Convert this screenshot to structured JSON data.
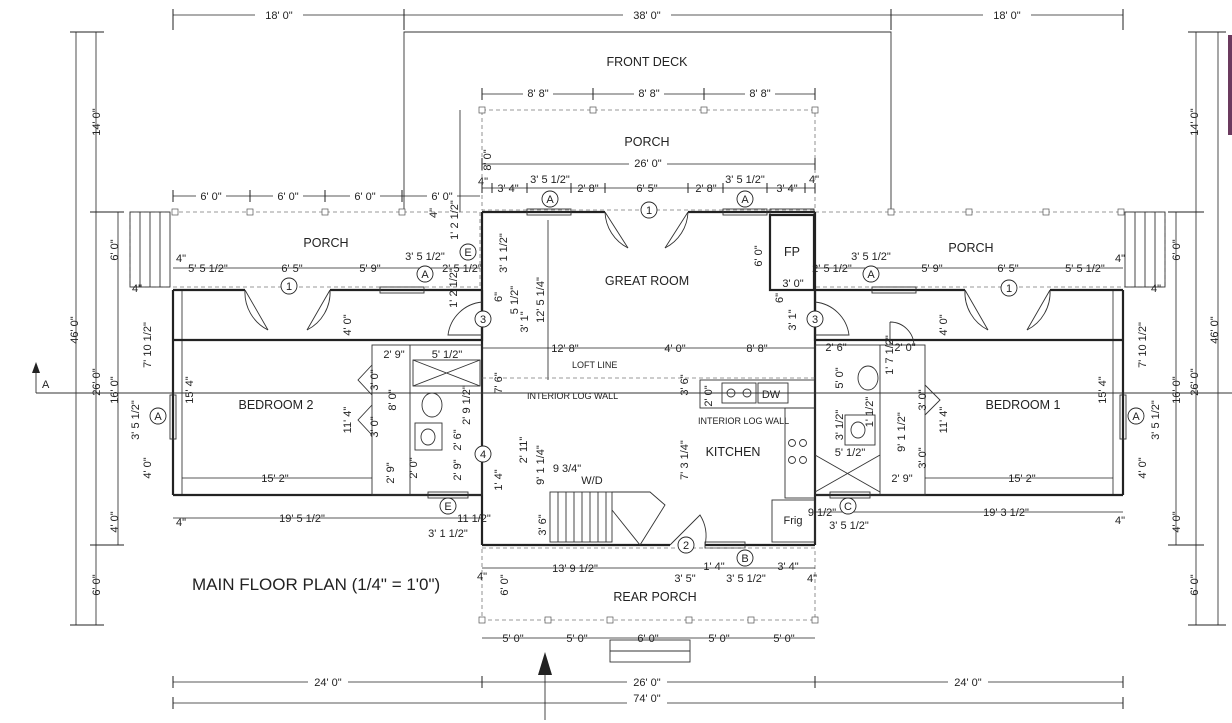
{
  "title": "MAIN FLOOR PLAN (1/4\" = 1'0\")",
  "section_marker": "A",
  "rooms": {
    "front_deck": "FRONT DECK",
    "porch_front": "PORCH",
    "porch_left": "PORCH",
    "porch_right": "PORCH",
    "great_room": "GREAT ROOM",
    "fp": "FP",
    "bedroom2": "BEDROOM 2",
    "bedroom1": "BEDROOM 1",
    "kitchen": "KITCHEN",
    "rear_porch": "REAR PORCH",
    "wd": "W/D",
    "frig": "Frig",
    "dw": "DW",
    "loft_line": "LOFT LINE",
    "interior_log_wall_left": "INTERIOR LOG WALL",
    "interior_log_wall_right": "INTERIOR LOG WALL"
  },
  "dims": {
    "top_left": "18' 0\"",
    "top_center": "38' 0\"",
    "top_right": "18' 0\"",
    "deck_1": "8' 8\"",
    "deck_2": "8' 8\"",
    "deck_3": "8' 8\"",
    "porch_26": "26' 0\"",
    "porch_depth": "8' 0\"",
    "lp_1": "6' 0\"",
    "lp_2": "6' 0\"",
    "lp_3": "6' 0\"",
    "lp_4": "6' 0\"",
    "gr_4a": "4\"",
    "gr_334a": "3' 4\"",
    "gr_3512a": "3' 5 1/2\"",
    "gr_28a": "2' 8\"",
    "gr_65": "6' 5\"",
    "gr_28b": "2' 8\"",
    "gr_3512b": "3' 5 1/2\"",
    "gr_334b": "3' 4\"",
    "gr_4b": "4\"",
    "left_4in": "4\"",
    "left_55": "5' 5 1/2\"",
    "left_65": "6' 5\"",
    "left_59": "5' 9\"",
    "left_3512": "3' 5 1/2\"",
    "left_2512": "2' 5 1/2\"",
    "right_3512": "3' 5 1/2\"",
    "right_2512": "2' 5 1/2\"",
    "right_59": "5' 9\"",
    "right_65": "6' 5\"",
    "right_55": "5' 5 1/2\"",
    "right_4in": "4\"",
    "fp_60": "6' 0\"",
    "fp_30": "3' 0\"",
    "fp_6in": "6\"",
    "fp_31": "3' 1\"",
    "gr_1254": "12' 5 1/4\"",
    "gr_3112": "3' 1 1/2\"",
    "gr_512": "5 1/2\"",
    "gr_31": "3' 1\"",
    "gr_6": "6\"",
    "gr_1212": "1' 2 1/2\"",
    "gr_4c": "4\"",
    "gr_1212b": "1' 2 1/2\"",
    "loft_128": "12' 8\"",
    "loft_40": "4' 0\"",
    "loft_88": "8' 8\"",
    "bath_29": "2' 9\"",
    "bath_512": "5' 1/2\"",
    "bath_30": "3' 0\"",
    "bath_80": "8' 0\"",
    "bath_30b": "3' 0\"",
    "bath_76": "7' 6\"",
    "bath_2912": "2' 9 1/2\"",
    "bath_26": "2' 6\"",
    "bath_29b": "2' 9\"",
    "bath_20": "2' 0\"",
    "bath_29c": "2' 9\"",
    "k_36": "3' 6\"",
    "k_20": "2' 0\"",
    "k_9114": "9' 1 1/4\"",
    "k_211": "2' 11\"",
    "k_934": "9 3/4\"",
    "k_14": "1' 4\"",
    "k_7314": "7' 3 1/4\"",
    "k_36b": "3' 6\"",
    "r_26": "2' 6\"",
    "r_2012": "2' 0\"",
    "r_1712": "1' 7 1/2\"",
    "r_50": "5' 0\"",
    "r_312": "3' 1/2\"",
    "r_11212": "1' 1/2\"",
    "r_912": "9' 1 1/2\"",
    "r_30": "3' 0\"",
    "r_30b": "3' 0\"",
    "r_512": "5' 1/2\"",
    "r_114": "11' 4\"",
    "r_40": "4' 0\"",
    "b2_40": "4' 0\"",
    "b2_7112": "7' 10 1/2\"",
    "b2_154": "15' 4\"",
    "b2_114": "11' 4\"",
    "b2_3512": "3' 5 1/2\"",
    "b2_40b": "4' 0\"",
    "b2_152": "15' 2\"",
    "b1_7112": "7' 10 1/2\"",
    "b1_154": "15' 4\"",
    "b1_3512": "3' 5 1/2\"",
    "b1_40b": "4' 0\"",
    "b1_152": "15' 2\"",
    "b1_29": "2' 9\"",
    "bot_4a": "4\"",
    "bot_19512": "19' 5 1/2\"",
    "bot_1112": "11 1/2\"",
    "bot_31112": "3' 1 1/2\"",
    "bot_14": "1' 4\"",
    "bot_4b": "4\"",
    "bot_193": "19' 3 1/2\"",
    "bot_912": "9 1/2\"",
    "bot_3512": "3' 5 1/2\"",
    "rp_4a": "4\"",
    "rp_60": "6' 0\"",
    "rp_13912": "13' 9 1/2\"",
    "rp_35": "3' 5\"",
    "rp_14": "1' 4\"",
    "rp_3512": "3' 5 1/2\"",
    "rp_34": "3' 4\"",
    "rp_4b": "4\"",
    "rp_50a": "5' 0\"",
    "rp_50b": "5' 0\"",
    "rp_60b": "6' 0\"",
    "rp_50c": "5' 0\"",
    "rp_50d": "5' 0\"",
    "bl_24": "24' 0\"",
    "bl_26": "26' 0\"",
    "bl_24b": "24' 0\"",
    "bl_74": "74' 0\"",
    "ls_46": "46' 0\"",
    "ls_14": "14' 0\"",
    "ls_26": "26' 0\"",
    "ls_60a": "6' 0\"",
    "ls_160": "16' 0\"",
    "ls_40": "4' 0\"",
    "ls_60b": "6' 0\"",
    "ls_4": "4\"",
    "rs_46": "46' 0\"",
    "rs_14": "14' 0\"",
    "rs_26": "26' 0\"",
    "rs_60a": "6' 0\"",
    "rs_160": "16' 0\"",
    "rs_40": "4' 0\"",
    "rs_60b": "6' 0\"",
    "rs_4": "4\""
  },
  "markers": {
    "door_1": "1",
    "door_2": "2",
    "door_3": "3",
    "door_4": "4",
    "win_A": "A",
    "win_B": "B",
    "win_C": "C",
    "win_E": "E"
  }
}
